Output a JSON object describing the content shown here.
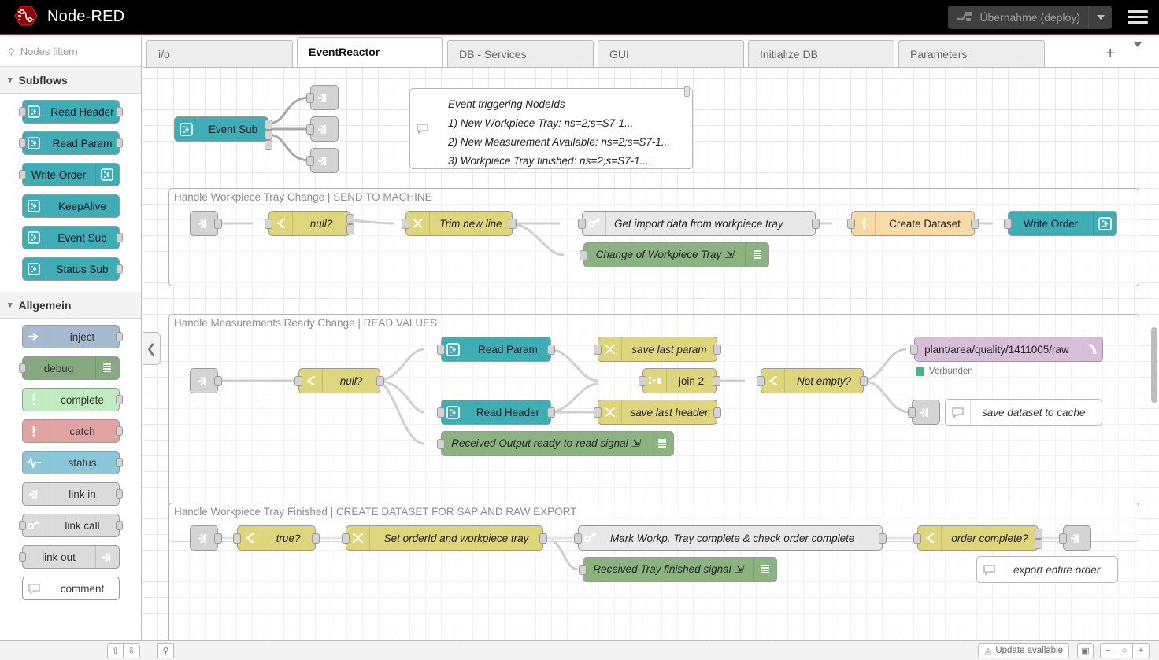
{
  "header": {
    "app_title": "Node-RED",
    "logo_icon": "node-red-logo-icon",
    "deploy_label": "Übernahme (deploy)",
    "deploy_icon": "deploy-icon",
    "deploy_caret_icon": "chevron-down-icon",
    "menu_icon": "hamburger-menu-icon"
  },
  "palette": {
    "search_placeholder": "Nodes filtern",
    "search_icon": "search-icon",
    "collapse_icon": "chevron-left-icon",
    "categories": [
      {
        "name": "Subflows",
        "chevron": "chevron-down-icon",
        "nodes": [
          {
            "label": "Read Header",
            "icon": "subflow-icon",
            "icon_side": "left",
            "color": "pal-sub",
            "in": true,
            "out": true
          },
          {
            "label": "Read Param",
            "icon": "subflow-icon",
            "icon_side": "left",
            "color": "pal-sub",
            "in": true,
            "out": true
          },
          {
            "label": "Write Order",
            "icon": "subflow-icon",
            "icon_side": "right",
            "color": "pal-sub",
            "in": true,
            "out": false
          },
          {
            "label": "KeepAlive",
            "icon": "subflow-icon",
            "icon_side": "left",
            "color": "pal-sub",
            "in": false,
            "out": false
          },
          {
            "label": "Event Sub",
            "icon": "subflow-icon",
            "icon_side": "left",
            "color": "pal-sub",
            "in": false,
            "out": true
          },
          {
            "label": "Status Sub",
            "icon": "subflow-icon",
            "icon_side": "left",
            "color": "pal-sub",
            "in": false,
            "out": true
          }
        ]
      },
      {
        "name": "Allgemein",
        "chevron": "chevron-down-icon",
        "nodes": [
          {
            "label": "inject",
            "icon": "inject-arrow-icon",
            "icon_side": "left",
            "color": "pal-inject",
            "in": false,
            "out": true
          },
          {
            "label": "debug",
            "icon": "debug-lines-icon",
            "icon_side": "right",
            "color": "pal-debug",
            "in": true,
            "out": false
          },
          {
            "label": "complete",
            "icon": "exclamation-icon",
            "icon_side": "left",
            "color": "pal-complete",
            "in": false,
            "out": true
          },
          {
            "label": "catch",
            "icon": "exclamation-icon",
            "icon_side": "left",
            "color": "pal-catch",
            "in": false,
            "out": true
          },
          {
            "label": "status",
            "icon": "pulse-icon",
            "icon_side": "left",
            "color": "pal-status",
            "in": false,
            "out": true
          },
          {
            "label": "link in",
            "icon": "link-icon",
            "icon_side": "left",
            "color": "pal-link",
            "in": false,
            "out": true
          },
          {
            "label": "link call",
            "icon": "link-call-icon",
            "icon_side": "left",
            "color": "pal-link",
            "in": true,
            "out": true
          },
          {
            "label": "link out",
            "icon": "link-icon",
            "icon_side": "right",
            "color": "pal-link",
            "in": true,
            "out": false
          },
          {
            "label": "comment",
            "icon": "comment-icon",
            "icon_side": "left",
            "color": "pal-comment",
            "in": false,
            "out": false
          }
        ]
      }
    ]
  },
  "tabs": {
    "items": [
      {
        "label": "i/o",
        "active": false
      },
      {
        "label": "EventReactor",
        "active": true
      },
      {
        "label": "DB - Services",
        "active": false
      },
      {
        "label": "GUI",
        "active": false
      },
      {
        "label": "Initialize DB",
        "active": false
      },
      {
        "label": "Parameters",
        "active": false
      }
    ],
    "add_icon": "plus-icon",
    "menu_icon": "chevron-down-icon"
  },
  "flow": {
    "event_sub_node": {
      "label": "Event Sub",
      "icon": "subflow-icon",
      "color": "c-teal"
    },
    "trigger_links": [
      {
        "icon": "link-out-icon"
      },
      {
        "icon": "link-out-icon"
      },
      {
        "icon": "link-out-icon"
      }
    ],
    "info_comment": {
      "icon": "comment-icon",
      "lines": [
        "Event triggering NodeIds",
        "1) New Workpiece Tray: ns=2;s=S7-1...",
        "2) New Measurement Available: ns=2;s=S7-1...",
        "3) Workpiece Tray finished: ns=2;s=S7-1...."
      ]
    },
    "groups": [
      {
        "title": "Handle Workpiece Tray Change | SEND TO MACHINE",
        "nodes": [
          {
            "label": "",
            "icon": "link-in-icon",
            "color": "c-greyd"
          },
          {
            "label": "null?",
            "icon": "switch-icon",
            "color": "c-yellow"
          },
          {
            "label": "Trim new line",
            "icon": "change-icon",
            "color": "c-yellow"
          },
          {
            "label": "Get import data from workpiece tray",
            "icon": "link-call-icon",
            "color": "c-grey"
          },
          {
            "label": "Change of Workpiece Tray ⇲",
            "icon": "debug-lines-icon",
            "color": "c-green"
          },
          {
            "label": "Create Dataset",
            "icon": "function-icon",
            "color": "c-orange"
          },
          {
            "label": "Write Order",
            "icon": "subflow-icon",
            "color": "c-teal"
          }
        ]
      },
      {
        "title": "Handle Measurements Ready Change | READ VALUES",
        "nodes": [
          {
            "label": "",
            "icon": "link-in-icon",
            "color": "c-greyd"
          },
          {
            "label": "null?",
            "icon": "switch-icon",
            "color": "c-yellow"
          },
          {
            "label": "Read Param",
            "icon": "subflow-icon",
            "color": "c-teal"
          },
          {
            "label": "Read Header",
            "icon": "subflow-icon",
            "color": "c-teal"
          },
          {
            "label": "Received Output ready-to-read signal ⇲",
            "icon": "debug-lines-icon",
            "color": "c-green"
          },
          {
            "label": "save last param",
            "icon": "change-icon",
            "color": "c-yellow"
          },
          {
            "label": "save last header",
            "icon": "change-icon",
            "color": "c-yellow"
          },
          {
            "label": "join 2",
            "icon": "join-icon",
            "color": "c-yellow"
          },
          {
            "label": "Not empty?",
            "icon": "switch-icon",
            "color": "c-yellow"
          },
          {
            "label": "plant/area/quality/1411005/raw",
            "icon": "mqtt-icon",
            "color": "c-purple"
          },
          {
            "label": "",
            "icon": "link-out-icon",
            "color": "c-greyd"
          }
        ],
        "status_label": "Verbunden",
        "status_color": "#3fb68b",
        "comment": {
          "label": "save dataset to cache",
          "icon": "comment-icon"
        }
      },
      {
        "title": "Handle Workpiece Tray Finished | CREATE DATASET FOR SAP AND RAW EXPORT",
        "nodes": [
          {
            "label": "",
            "icon": "link-in-icon",
            "color": "c-greyd"
          },
          {
            "label": "true?",
            "icon": "switch-icon",
            "color": "c-yellow"
          },
          {
            "label": "Set orderId and workpiece tray",
            "icon": "change-icon",
            "color": "c-yellow"
          },
          {
            "label": "Mark Workp. Tray complete & check order complete",
            "icon": "link-call-icon",
            "color": "c-grey"
          },
          {
            "label": "Received Tray finished signal ⇲",
            "icon": "debug-lines-icon",
            "color": "c-green"
          },
          {
            "label": "order complete?",
            "icon": "switch-icon",
            "color": "c-yellow"
          },
          {
            "label": "",
            "icon": "link-out-icon",
            "color": "c-greyd"
          }
        ],
        "comment": {
          "label": "export entire order",
          "icon": "comment-icon"
        }
      }
    ]
  },
  "footer": {
    "collapse_all_icon": "chevrons-up-icon",
    "expand_all_icon": "chevrons-down-icon",
    "search_icon": "search-icon",
    "update_label": "Update available",
    "update_icon": "package-icon",
    "navigator_icon": "map-icon",
    "zoom_out_icon": "minus-icon",
    "zoom_reset_icon": "circle-icon",
    "zoom_in_icon": "plus-icon"
  },
  "colors": {
    "brand_red": "#c0272d",
    "teal": "#3fadb5",
    "yellow": "#dfd57d",
    "green": "#8bb381",
    "orange": "#fbd9a6",
    "purple": "#d8bfd8",
    "grey": "#e8e8e8"
  }
}
